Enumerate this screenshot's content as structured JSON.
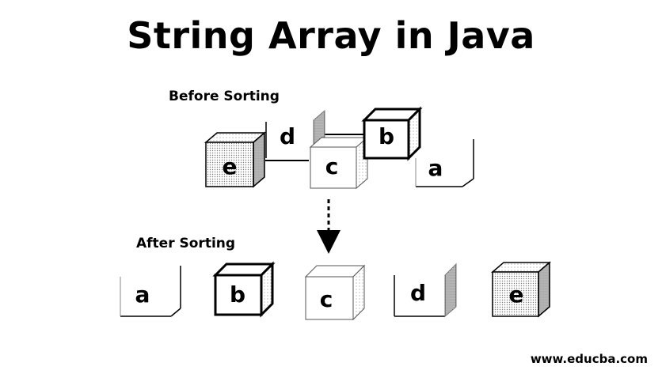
{
  "title": "String Array in Java",
  "before_label": "Before Sorting",
  "after_label": "After Sorting",
  "watermark": "www.educba.com",
  "before_items": [
    {
      "letter": "e",
      "style": "box-shaded"
    },
    {
      "letter": "d",
      "style": "side-wall"
    },
    {
      "letter": "c",
      "style": "box-light"
    },
    {
      "letter": "b",
      "style": "box-bold"
    },
    {
      "letter": "a",
      "style": "corner-bracket"
    }
  ],
  "after_items": [
    {
      "letter": "a",
      "style": "corner-bracket"
    },
    {
      "letter": "b",
      "style": "box-bold"
    },
    {
      "letter": "c",
      "style": "box-light"
    },
    {
      "letter": "d",
      "style": "side-wall"
    },
    {
      "letter": "e",
      "style": "box-shaded"
    }
  ]
}
